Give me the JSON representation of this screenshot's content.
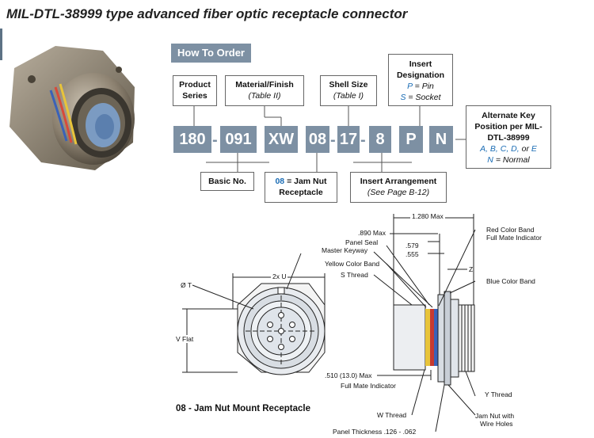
{
  "title": "MIL-DTL-38999 type advanced fiber optic receptacle connector",
  "how_to_order": "How To Order",
  "codes": [
    "180",
    "091",
    "XW",
    "08",
    "17",
    "8",
    "P",
    "N"
  ],
  "dash": "-",
  "labels": {
    "product_series": "Product Series",
    "material_finish": "Material/Finish",
    "material_finish_ref": "(Table II)",
    "shell_size": "Shell Size",
    "shell_size_ref": "(Table I)",
    "insert_designation": "Insert Designation",
    "insert_p_key": "P",
    "insert_p_val": "= Pin",
    "insert_s_key": "S",
    "insert_s_val": "= Socket",
    "alt_key_title": "Alternate Key Position per MIL-DTL-38999",
    "alt_key_letters": "A, B, C, D,",
    "alt_key_or": "or",
    "alt_key_e": "E",
    "alt_key_n": "N",
    "alt_key_normal": "= Normal",
    "basic_no": "Basic No.",
    "jam_nut_code": "08",
    "jam_nut_text": "= Jam Nut",
    "jam_nut_line2": "Receptacle",
    "insert_arrangement": "Insert Arrangement",
    "insert_arrangement_ref": "(See Page B-12)"
  },
  "drawing": {
    "caption": "08 - Jam Nut Mount Receptacle",
    "dims": {
      "dim_1280": "1.280 Max",
      "dim_890": ".890 Max",
      "panel_seal": "Panel Seal",
      "master_keyway": "Master Keyway",
      "dim_579": ".579",
      "dim_555": ".555",
      "yellow_band": "Yellow Color Band",
      "s_thread": "S Thread",
      "z": "Z",
      "red_band": "Red Color Band",
      "full_mate_indicator": "Full Mate Indicator",
      "blue_band": "Blue Color Band",
      "o_t": "Ø T",
      "two_x_u": "2x U",
      "v_flat": "V Flat",
      "dim_510": ".510 (13.0) Max",
      "full_mate_indicator_2": "Full Mate Indicator",
      "y_thread": "Y Thread",
      "w_thread": "W Thread",
      "jam_nut_with": "Jam Nut with",
      "wire_holes": "Wire Holes",
      "panel_thickness": "Panel Thickness .126 - .062"
    }
  },
  "colors": {
    "accent": "#7d90a3",
    "blue_text": "#1a6cb4",
    "yellow_band": "#e8c43a",
    "red_band": "#c83a30",
    "blue_band": "#3a62b8"
  }
}
